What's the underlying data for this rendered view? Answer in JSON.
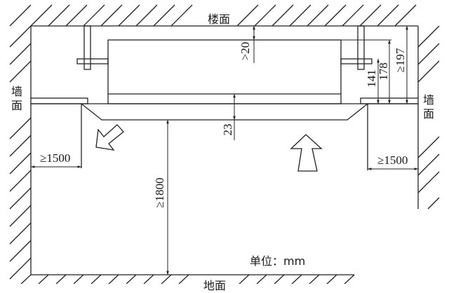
{
  "diagram": {
    "type": "ceiling cassette air conditioner installation clearance diagram",
    "line_color": "#222222",
    "background": "#ffffff",
    "labels": {
      "ceiling": "楼面",
      "floor": "地面",
      "wall_left": "墙面",
      "wall_right": "墙面",
      "unit_note": "单位：mm"
    },
    "dimensions": {
      "top_gap": ">20",
      "panel_thickness": "23",
      "min_height_from_floor": "≥1800",
      "left_side_clearance": "≥1500",
      "right_side_clearance": "≥1500",
      "unit_body_height_a": "141",
      "unit_body_height_b": "178",
      "min_ceiling_space": "≥197"
    },
    "airflow": {
      "outlet_arrow": "diagonal down-left outflow arrow",
      "inlet_arrow": "upward return-air arrow"
    }
  }
}
